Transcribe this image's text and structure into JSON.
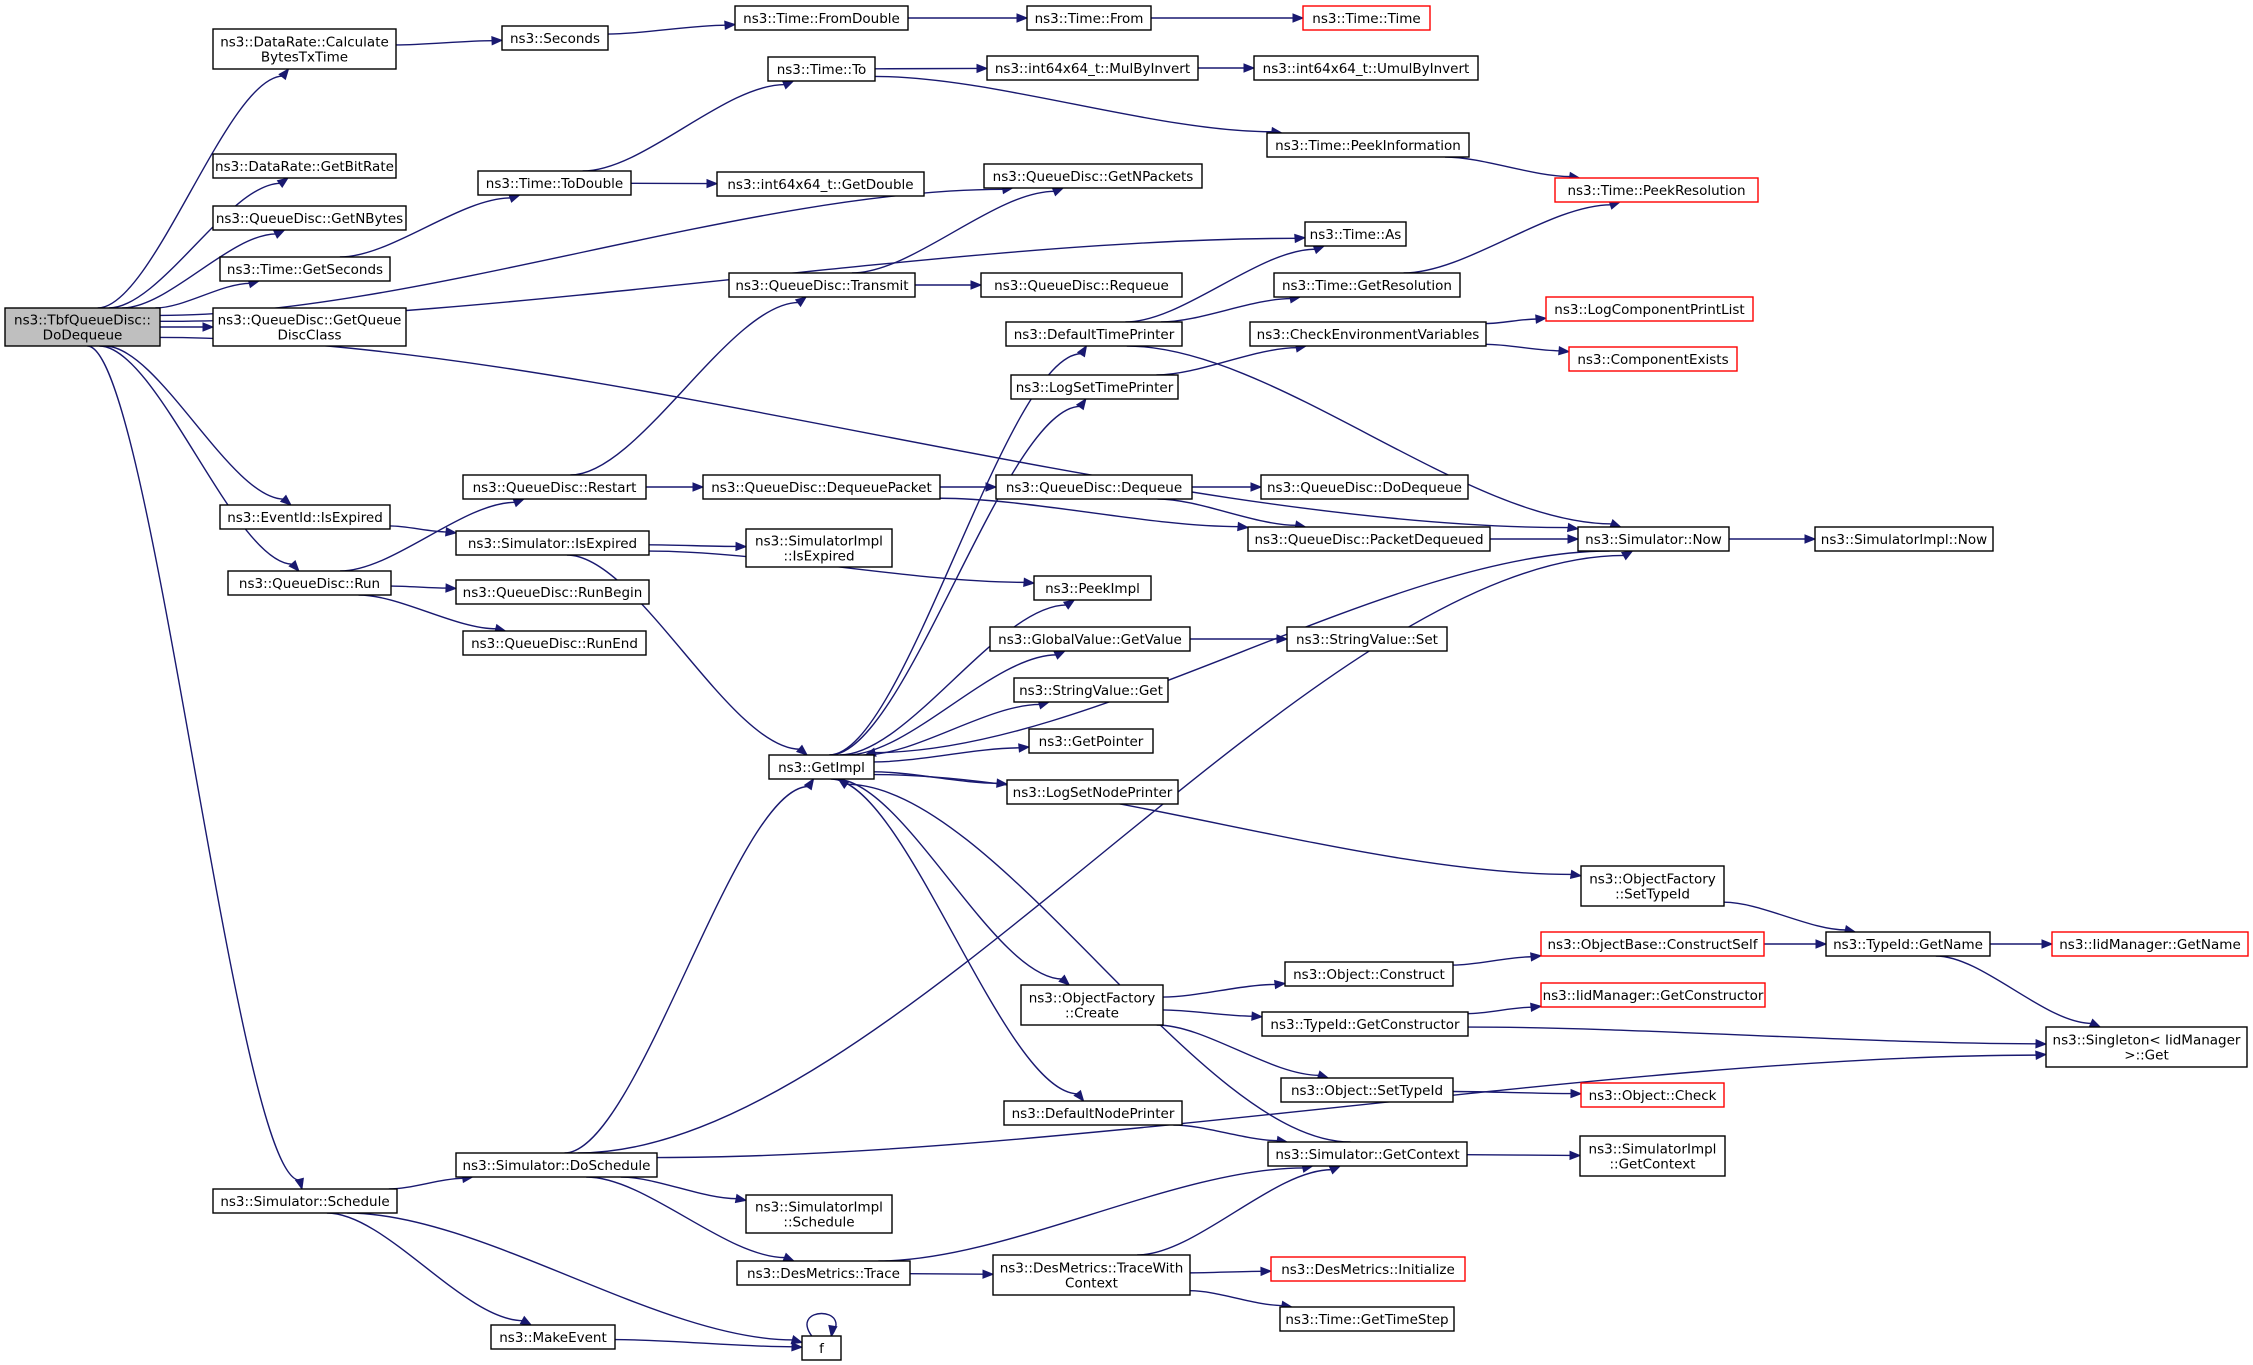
{
  "nodes": [
    {
      "id": "root",
      "lines": [
        "ns3::TbfQueueDisc::",
        "DoDequeue"
      ],
      "kind": "root"
    },
    {
      "id": "dr_calc",
      "lines": [
        "ns3::DataRate::Calculate",
        "BytesTxTime"
      ]
    },
    {
      "id": "seconds",
      "lines": [
        "ns3::Seconds"
      ]
    },
    {
      "id": "fromdouble",
      "lines": [
        "ns3::Time::FromDouble"
      ]
    },
    {
      "id": "from",
      "lines": [
        "ns3::Time::From"
      ]
    },
    {
      "id": "time",
      "lines": [
        "ns3::Time::Time"
      ],
      "kind": "trunc"
    },
    {
      "id": "to",
      "lines": [
        "ns3::Time::To"
      ]
    },
    {
      "id": "mulbyinvert",
      "lines": [
        "ns3::int64x64_t::MulByInvert"
      ]
    },
    {
      "id": "umulbyinvert",
      "lines": [
        "ns3::int64x64_t::UmulByInvert"
      ]
    },
    {
      "id": "peekinfo",
      "lines": [
        "ns3::Time::PeekInformation"
      ]
    },
    {
      "id": "peekres",
      "lines": [
        "ns3::Time::PeekResolution"
      ],
      "kind": "trunc"
    },
    {
      "id": "getbitrate",
      "lines": [
        "ns3::DataRate::GetBitRate"
      ]
    },
    {
      "id": "todouble",
      "lines": [
        "ns3::Time::ToDouble"
      ]
    },
    {
      "id": "getdouble",
      "lines": [
        "ns3::int64x64_t::GetDouble"
      ]
    },
    {
      "id": "getnpackets",
      "lines": [
        "ns3::QueueDisc::GetNPackets"
      ]
    },
    {
      "id": "getnbytes",
      "lines": [
        "ns3::QueueDisc::GetNBytes"
      ]
    },
    {
      "id": "as",
      "lines": [
        "ns3::Time::As"
      ]
    },
    {
      "id": "getseconds",
      "lines": [
        "ns3::Time::GetSeconds"
      ]
    },
    {
      "id": "transmit",
      "lines": [
        "ns3::QueueDisc::Transmit"
      ]
    },
    {
      "id": "requeue",
      "lines": [
        "ns3::QueueDisc::Requeue"
      ]
    },
    {
      "id": "getresolution",
      "lines": [
        "ns3::Time::GetResolution"
      ]
    },
    {
      "id": "getqdclass",
      "lines": [
        "ns3::QueueDisc::GetQueue",
        "DiscClass"
      ]
    },
    {
      "id": "defaulttimeprinter",
      "lines": [
        "ns3::DefaultTimePrinter"
      ]
    },
    {
      "id": "checkenv",
      "lines": [
        "ns3::CheckEnvironmentVariables"
      ]
    },
    {
      "id": "logcompprint",
      "lines": [
        "ns3::LogComponentPrintList"
      ],
      "kind": "trunc"
    },
    {
      "id": "compexists",
      "lines": [
        "ns3::ComponentExists"
      ],
      "kind": "trunc"
    },
    {
      "id": "logsettimeprinter",
      "lines": [
        "ns3::LogSetTimePrinter"
      ]
    },
    {
      "id": "restart",
      "lines": [
        "ns3::QueueDisc::Restart"
      ]
    },
    {
      "id": "dequeuepacket",
      "lines": [
        "ns3::QueueDisc::DequeuePacket"
      ]
    },
    {
      "id": "dequeue",
      "lines": [
        "ns3::QueueDisc::Dequeue"
      ]
    },
    {
      "id": "dodequeue",
      "lines": [
        "ns3::QueueDisc::DoDequeue"
      ]
    },
    {
      "id": "isexpired_ev",
      "lines": [
        "ns3::EventId::IsExpired"
      ]
    },
    {
      "id": "sim_isexpired",
      "lines": [
        "ns3::Simulator::IsExpired"
      ]
    },
    {
      "id": "simimpl_isexpired",
      "lines": [
        "ns3::SimulatorImpl",
        "::IsExpired"
      ]
    },
    {
      "id": "packetdequeued",
      "lines": [
        "ns3::QueueDisc::PacketDequeued"
      ]
    },
    {
      "id": "sim_now",
      "lines": [
        "ns3::Simulator::Now"
      ]
    },
    {
      "id": "simimpl_now",
      "lines": [
        "ns3::SimulatorImpl::Now"
      ]
    },
    {
      "id": "run",
      "lines": [
        "ns3::QueueDisc::Run"
      ]
    },
    {
      "id": "runbegin",
      "lines": [
        "ns3::QueueDisc::RunBegin"
      ]
    },
    {
      "id": "runend",
      "lines": [
        "ns3::QueueDisc::RunEnd"
      ]
    },
    {
      "id": "peekimpl",
      "lines": [
        "ns3::PeekImpl"
      ]
    },
    {
      "id": "gv_getvalue",
      "lines": [
        "ns3::GlobalValue::GetValue"
      ]
    },
    {
      "id": "sv_set",
      "lines": [
        "ns3::StringValue::Set"
      ]
    },
    {
      "id": "sv_get",
      "lines": [
        "ns3::StringValue::Get"
      ]
    },
    {
      "id": "getpointer",
      "lines": [
        "ns3::GetPointer"
      ]
    },
    {
      "id": "getimpl",
      "lines": [
        "ns3::GetImpl"
      ]
    },
    {
      "id": "logsetnodeprinter",
      "lines": [
        "ns3::LogSetNodePrinter"
      ]
    },
    {
      "id": "of_settypeid",
      "lines": [
        "ns3::ObjectFactory",
        "::SetTypeId"
      ]
    },
    {
      "id": "typeid_getname",
      "lines": [
        "ns3::TypeId::GetName"
      ]
    },
    {
      "id": "iid_getname",
      "lines": [
        "ns3::IidManager::GetName"
      ],
      "kind": "trunc"
    },
    {
      "id": "ob_constructself",
      "lines": [
        "ns3::ObjectBase::ConstructSelf"
      ],
      "kind": "trunc"
    },
    {
      "id": "obj_construct",
      "lines": [
        "ns3::Object::Construct"
      ]
    },
    {
      "id": "of_create",
      "lines": [
        "ns3::ObjectFactory",
        "::Create"
      ]
    },
    {
      "id": "iid_getconstructor",
      "lines": [
        "ns3::IidManager::GetConstructor"
      ],
      "kind": "trunc"
    },
    {
      "id": "typeid_getconstructor",
      "lines": [
        "ns3::TypeId::GetConstructor"
      ]
    },
    {
      "id": "singleton_get",
      "lines": [
        "ns3::Singleton< IidManager",
        ">::Get"
      ]
    },
    {
      "id": "obj_settypeid",
      "lines": [
        "ns3::Object::SetTypeId"
      ]
    },
    {
      "id": "obj_check",
      "lines": [
        "ns3::Object::Check"
      ],
      "kind": "trunc"
    },
    {
      "id": "defaultnodeprinter",
      "lines": [
        "ns3::DefaultNodePrinter"
      ]
    },
    {
      "id": "sim_getcontext",
      "lines": [
        "ns3::Simulator::GetContext"
      ]
    },
    {
      "id": "simimpl_getcontext",
      "lines": [
        "ns3::SimulatorImpl",
        "::GetContext"
      ]
    },
    {
      "id": "sim_doschedule",
      "lines": [
        "ns3::Simulator::DoSchedule"
      ]
    },
    {
      "id": "sim_schedule",
      "lines": [
        "ns3::Simulator::Schedule"
      ]
    },
    {
      "id": "simimpl_schedule",
      "lines": [
        "ns3::SimulatorImpl",
        "::Schedule"
      ]
    },
    {
      "id": "desm_trace",
      "lines": [
        "ns3::DesMetrics::Trace"
      ]
    },
    {
      "id": "desm_tracewith",
      "lines": [
        "ns3::DesMetrics::TraceWith",
        "Context"
      ]
    },
    {
      "id": "desm_init",
      "lines": [
        "ns3::DesMetrics::Initialize"
      ],
      "kind": "trunc"
    },
    {
      "id": "gettimestep",
      "lines": [
        "ns3::Time::GetTimeStep"
      ]
    },
    {
      "id": "makeevent",
      "lines": [
        "ns3::MakeEvent"
      ]
    },
    {
      "id": "f",
      "lines": [
        "f"
      ]
    }
  ],
  "edges": [
    [
      "root",
      "dr_calc"
    ],
    [
      "root",
      "getbitrate"
    ],
    [
      "root",
      "getnbytes"
    ],
    [
      "root",
      "getseconds"
    ],
    [
      "root",
      "getqdclass"
    ],
    [
      "root",
      "getnpackets"
    ],
    [
      "root",
      "as"
    ],
    [
      "root",
      "sim_now"
    ],
    [
      "root",
      "isexpired_ev"
    ],
    [
      "root",
      "run"
    ],
    [
      "root",
      "sim_schedule"
    ],
    [
      "dr_calc",
      "seconds"
    ],
    [
      "seconds",
      "fromdouble"
    ],
    [
      "fromdouble",
      "from"
    ],
    [
      "from",
      "time"
    ],
    [
      "getseconds",
      "todouble"
    ],
    [
      "todouble",
      "to"
    ],
    [
      "todouble",
      "getdouble"
    ],
    [
      "to",
      "mulbyinvert"
    ],
    [
      "to",
      "peekinfo"
    ],
    [
      "mulbyinvert",
      "umulbyinvert"
    ],
    [
      "peekinfo",
      "peekres"
    ],
    [
      "transmit",
      "getnpackets"
    ],
    [
      "transmit",
      "requeue"
    ],
    [
      "defaulttimeprinter",
      "as"
    ],
    [
      "defaulttimeprinter",
      "getresolution"
    ],
    [
      "defaulttimeprinter",
      "sim_now"
    ],
    [
      "getresolution",
      "peekres"
    ],
    [
      "checkenv",
      "logcompprint"
    ],
    [
      "checkenv",
      "compexists"
    ],
    [
      "logsettimeprinter",
      "checkenv"
    ],
    [
      "restart",
      "transmit"
    ],
    [
      "restart",
      "dequeuepacket"
    ],
    [
      "dequeuepacket",
      "dequeue"
    ],
    [
      "dequeuepacket",
      "packetdequeued"
    ],
    [
      "dequeue",
      "dodequeue"
    ],
    [
      "dequeue",
      "packetdequeued"
    ],
    [
      "packetdequeued",
      "sim_now"
    ],
    [
      "sim_now",
      "simimpl_now"
    ],
    [
      "isexpired_ev",
      "sim_isexpired"
    ],
    [
      "sim_isexpired",
      "simimpl_isexpired"
    ],
    [
      "sim_isexpired",
      "peekimpl"
    ],
    [
      "sim_isexpired",
      "getimpl"
    ],
    [
      "run",
      "restart"
    ],
    [
      "run",
      "runbegin"
    ],
    [
      "run",
      "runend"
    ],
    [
      "getimpl",
      "defaulttimeprinter"
    ],
    [
      "getimpl",
      "logsettimeprinter"
    ],
    [
      "getimpl",
      "peekimpl"
    ],
    [
      "getimpl",
      "gv_getvalue"
    ],
    [
      "getimpl",
      "sv_get"
    ],
    [
      "getimpl",
      "getpointer"
    ],
    [
      "getimpl",
      "logsetnodeprinter"
    ],
    [
      "getimpl",
      "of_settypeid"
    ],
    [
      "getimpl",
      "of_create"
    ],
    [
      "getimpl",
      "defaultnodeprinter"
    ],
    [
      "gv_getvalue",
      "sv_set"
    ],
    [
      "sim_now",
      "getimpl"
    ],
    [
      "of_settypeid",
      "typeid_getname"
    ],
    [
      "typeid_getname",
      "iid_getname"
    ],
    [
      "typeid_getname",
      "singleton_get"
    ],
    [
      "ob_constructself",
      "typeid_getname"
    ],
    [
      "obj_construct",
      "ob_constructself"
    ],
    [
      "of_create",
      "obj_construct"
    ],
    [
      "of_create",
      "typeid_getconstructor"
    ],
    [
      "of_create",
      "obj_settypeid"
    ],
    [
      "typeid_getconstructor",
      "iid_getconstructor"
    ],
    [
      "typeid_getconstructor",
      "singleton_get"
    ],
    [
      "obj_settypeid",
      "obj_check"
    ],
    [
      "defaultnodeprinter",
      "sim_getcontext"
    ],
    [
      "sim_getcontext",
      "simimpl_getcontext"
    ],
    [
      "sim_getcontext",
      "getimpl"
    ],
    [
      "sim_schedule",
      "sim_doschedule"
    ],
    [
      "sim_schedule",
      "makeevent"
    ],
    [
      "sim_schedule",
      "f"
    ],
    [
      "sim_doschedule",
      "getimpl"
    ],
    [
      "sim_doschedule",
      "sim_now"
    ],
    [
      "sim_doschedule",
      "simimpl_schedule"
    ],
    [
      "sim_doschedule",
      "desm_trace"
    ],
    [
      "sim_doschedule",
      "singleton_get"
    ],
    [
      "desm_trace",
      "sim_getcontext"
    ],
    [
      "desm_trace",
      "desm_tracewith"
    ],
    [
      "desm_tracewith",
      "sim_getcontext"
    ],
    [
      "desm_tracewith",
      "desm_init"
    ],
    [
      "desm_tracewith",
      "gettimestep"
    ],
    [
      "makeevent",
      "f"
    ],
    [
      "f",
      "f"
    ]
  ]
}
